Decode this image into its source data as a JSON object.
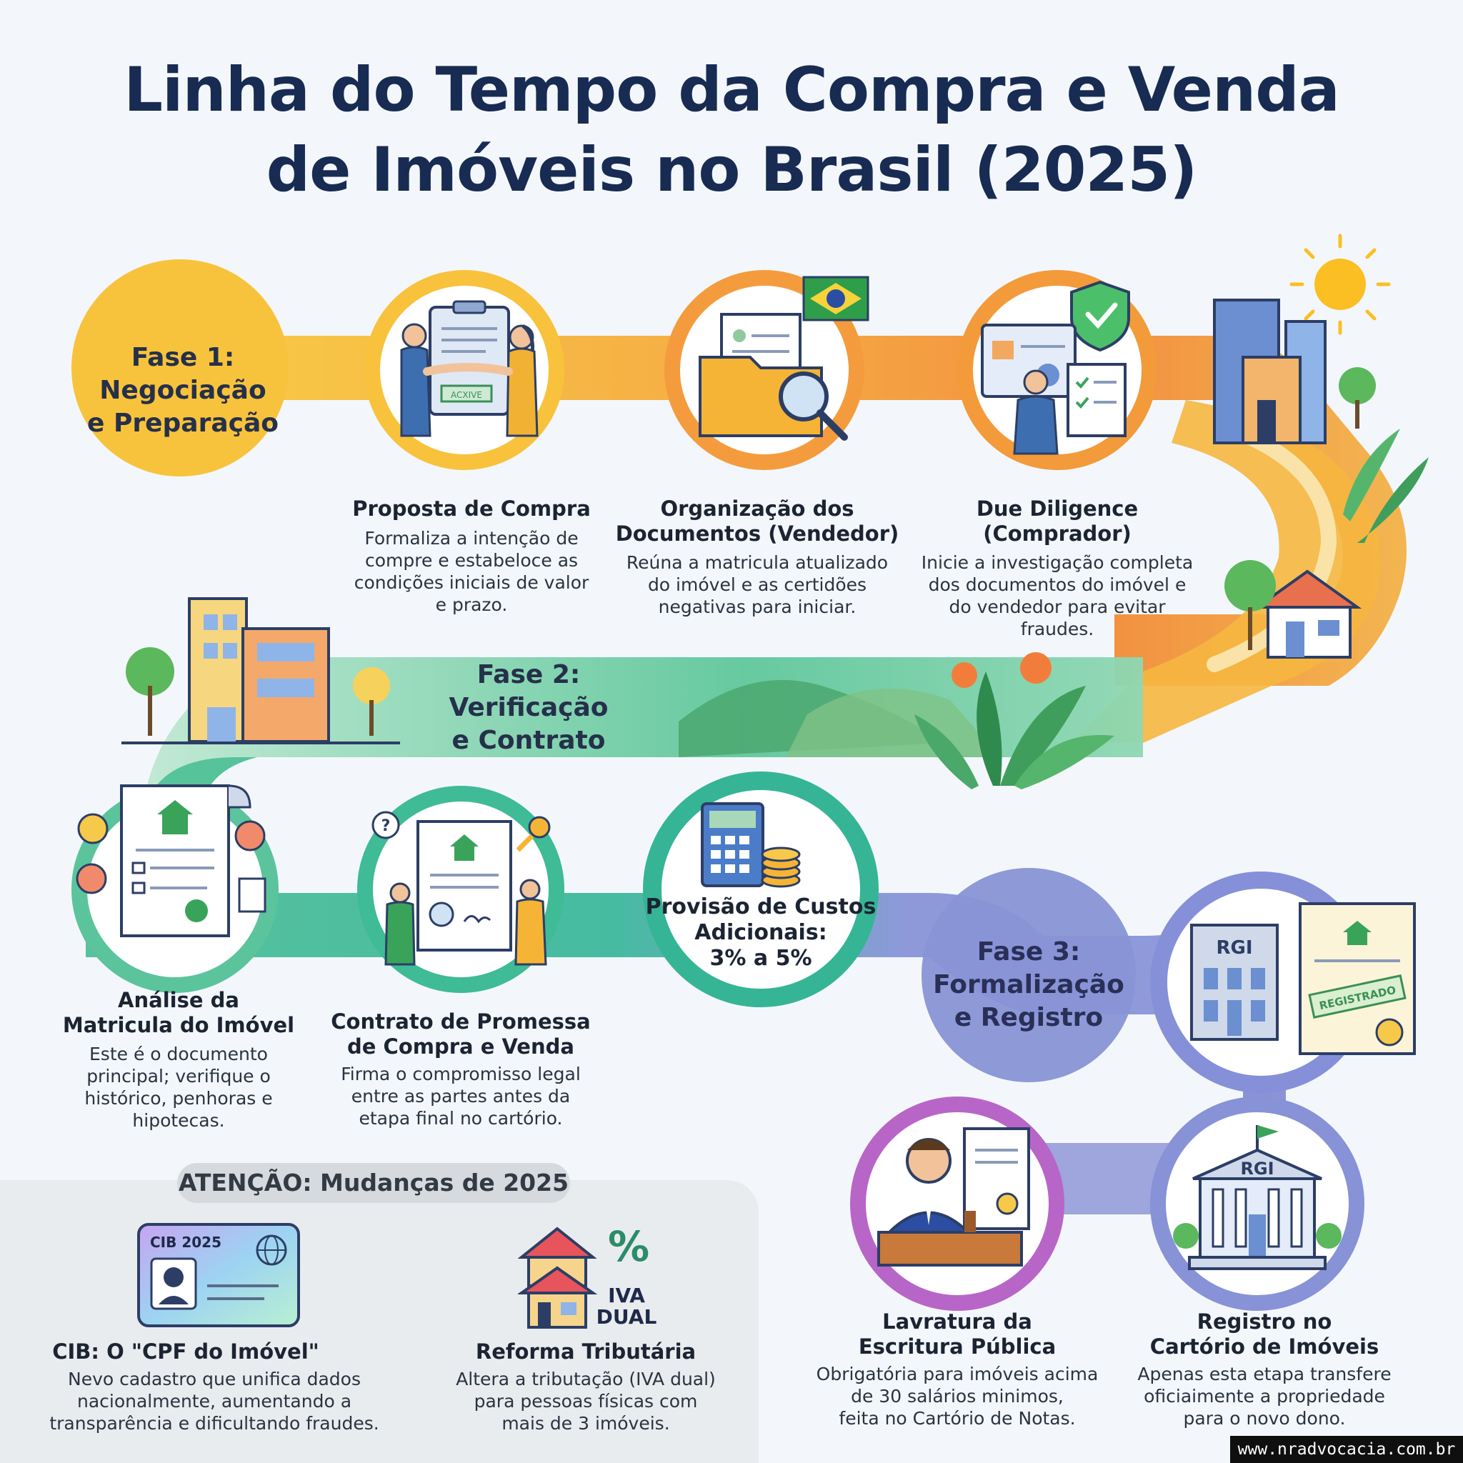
{
  "title": {
    "line1": "Linha do Tempo da Compra e Venda",
    "line2": "de Imóveis no Brasil (2025)"
  },
  "phases": [
    {
      "line1": "Fase 1:",
      "line2": "Negociação",
      "line3": "e Preparação",
      "color": "#f7b731"
    },
    {
      "line1": "Fase 2:",
      "line2": "Verificação",
      "line3": "e Contrato",
      "color": "#4cbf8f"
    },
    {
      "line1": "Fase 3:",
      "line2": "Formalização",
      "line3": "e Registro",
      "color": "#7f8fd6"
    }
  ],
  "steps": [
    {
      "title1": "Proposta de Compra",
      "title2": "",
      "desc": [
        "Formaliza a intenção de",
        "compre e estabeloce as",
        "condições iniciais de valor",
        "e prazo."
      ],
      "stamp": "ACXIVE"
    },
    {
      "title1": "Organização dos",
      "title2": "Documentos (Vendedor)",
      "desc": [
        "Reúna a matricula atualizado",
        "do imóvel e as certidões",
        "negativas para iniciar."
      ]
    },
    {
      "title1": "Due Diligence",
      "title2": "(Comprador)",
      "desc": [
        "Inicie a investigação completa",
        "dos documentos do imóvel e",
        "do vendedor para evitar",
        "fraudes."
      ]
    },
    {
      "title1": "Análise da",
      "title2": "Matricula do Imóvel",
      "desc": [
        "Este é o documento",
        "principal; verifique o",
        "histórico, penhoras e",
        "hipotecas."
      ]
    },
    {
      "title1": "Contrato de Promessa",
      "title2": "de Compra e Venda",
      "desc": [
        "Firma o compromisso legal",
        "entre as partes antes da",
        "etapa final no cartório."
      ]
    },
    {
      "title1": "Provisão de Custos",
      "title2": "Adicionais:",
      "title3": "3% a 5%"
    },
    {
      "title1": "Lavratura da",
      "title2": "Escritura Pública",
      "desc": [
        "Obrigatória para imóveis acima",
        "de 30 salários minimos,",
        "feita no Cartório de Notas."
      ]
    },
    {
      "title1": "Registro no",
      "title2": "Cartório de Imóveis",
      "desc": [
        "Apenas esta etapa transfere",
        "oficiaimente a propriedade",
        "para o novo dono."
      ]
    }
  ],
  "registry_labels": {
    "rgi_top": "RGI",
    "stamp": "REGISTRADO",
    "rgi_bottom": "RGI"
  },
  "attention": {
    "header": "ATENÇÃO: Mudanças de 2025",
    "items": [
      {
        "card_label": "CIB 2025",
        "title": "CIB: O \"CPF do Imóvel\"",
        "desc": [
          "Nevo cadastro que unifica dados",
          "nacionalmente, aumentando a",
          "transparência e dificultando fraudes."
        ]
      },
      {
        "badge_line1": "IVA",
        "badge_line2": "DUAL",
        "badge_symbol": "%",
        "title": "Reforma Tributária",
        "desc": [
          "Altera a tributação (IVA dual)",
          "para pessoas físicas com",
          "mais de 3 imóveis."
        ]
      }
    ]
  },
  "footer": {
    "url": "www.nradvocacia.com.br"
  },
  "colors": {
    "phase1": "#f7b731",
    "phase1_mid": "#f39a3d",
    "phase2": "#4cbf8f",
    "phase3": "#7f8fd6",
    "escritura": "#b965c9",
    "title": "#182b52"
  }
}
